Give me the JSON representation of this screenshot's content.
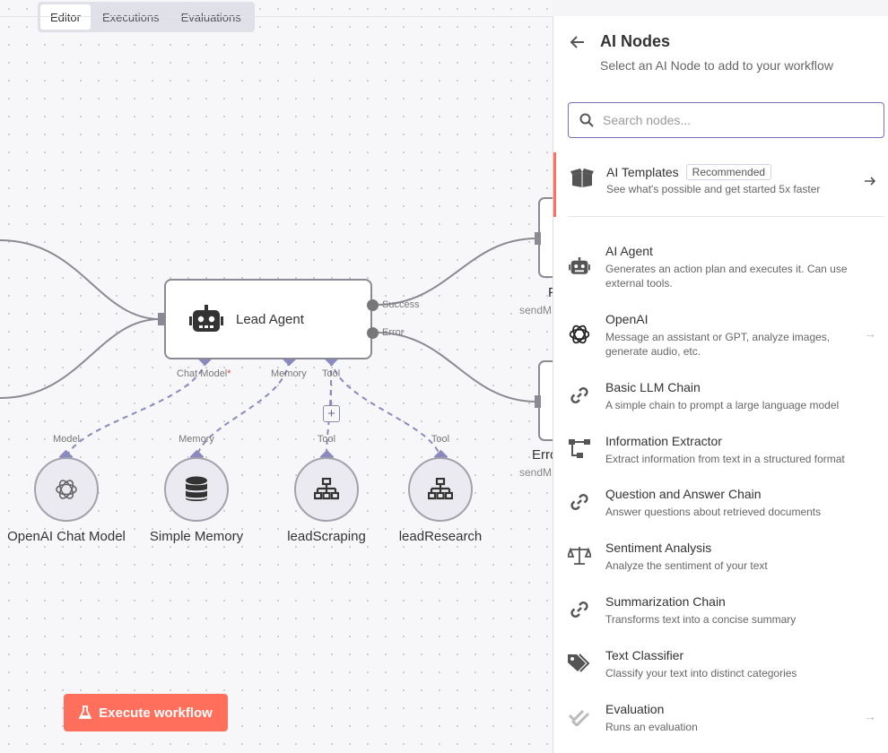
{
  "tabs": [
    {
      "label": "Editor",
      "active": true
    },
    {
      "label": "Executions",
      "active": false
    },
    {
      "label": "Evaluations",
      "active": false
    }
  ],
  "canvas": {
    "main_node": {
      "label": "Lead Agent",
      "icon": "robot-icon"
    },
    "outputs": {
      "success": "Success",
      "error": "Error"
    },
    "inputs": {
      "chat_model": "Chat Model",
      "required_mark": "*",
      "memory": "Memory",
      "tool": "Tool"
    },
    "sub_nodes": [
      {
        "label": "OpenAI Chat Model",
        "port": "Model",
        "icon": "openai-icon"
      },
      {
        "label": "Simple Memory",
        "port": "Memory",
        "icon": "database-icon"
      },
      {
        "label": "leadScraping",
        "port": "Tool",
        "icon": "sitemap-icon"
      },
      {
        "label": "leadResearch",
        "port": "Tool",
        "icon": "sitemap-icon"
      }
    ],
    "right_partial": {
      "top_letter": "F",
      "top_sub": "sendM",
      "bottom_title": "Erro",
      "bottom_sub": "sendM"
    },
    "execute_button": "Execute workflow"
  },
  "panel": {
    "title": "AI Nodes",
    "subtitle": "Select an AI Node to add to your workflow",
    "search_placeholder": "Search nodes...",
    "templates": {
      "name": "AI Templates",
      "badge": "Recommended",
      "desc": "See what's possible and get started 5x faster"
    },
    "items": [
      {
        "name": "AI Agent",
        "desc": "Generates an action plan and executes it. Can use external tools.",
        "icon": "robot-icon"
      },
      {
        "name": "OpenAI",
        "desc": "Message an assistant or GPT, analyze images, generate audio, etc.",
        "icon": "openai-icon"
      },
      {
        "name": "Basic LLM Chain",
        "desc": "A simple chain to prompt a large language model",
        "icon": "link-icon"
      },
      {
        "name": "Information Extractor",
        "desc": "Extract information from text in a structured format",
        "icon": "extractor-icon"
      },
      {
        "name": "Question and Answer Chain",
        "desc": "Answer questions about retrieved documents",
        "icon": "link-icon"
      },
      {
        "name": "Sentiment Analysis",
        "desc": "Analyze the sentiment of your text",
        "icon": "balance-scale-icon"
      },
      {
        "name": "Summarization Chain",
        "desc": "Transforms text into a concise summary",
        "icon": "link-icon"
      },
      {
        "name": "Text Classifier",
        "desc": "Classify your text into distinct categories",
        "icon": "tags-icon"
      },
      {
        "name": "Evaluation",
        "desc": "Runs an evaluation",
        "icon": "check-double-icon"
      }
    ]
  },
  "colors": {
    "accent": "#ff6f5c",
    "port": "#8a8ac0",
    "wire": "#8a8a94"
  }
}
